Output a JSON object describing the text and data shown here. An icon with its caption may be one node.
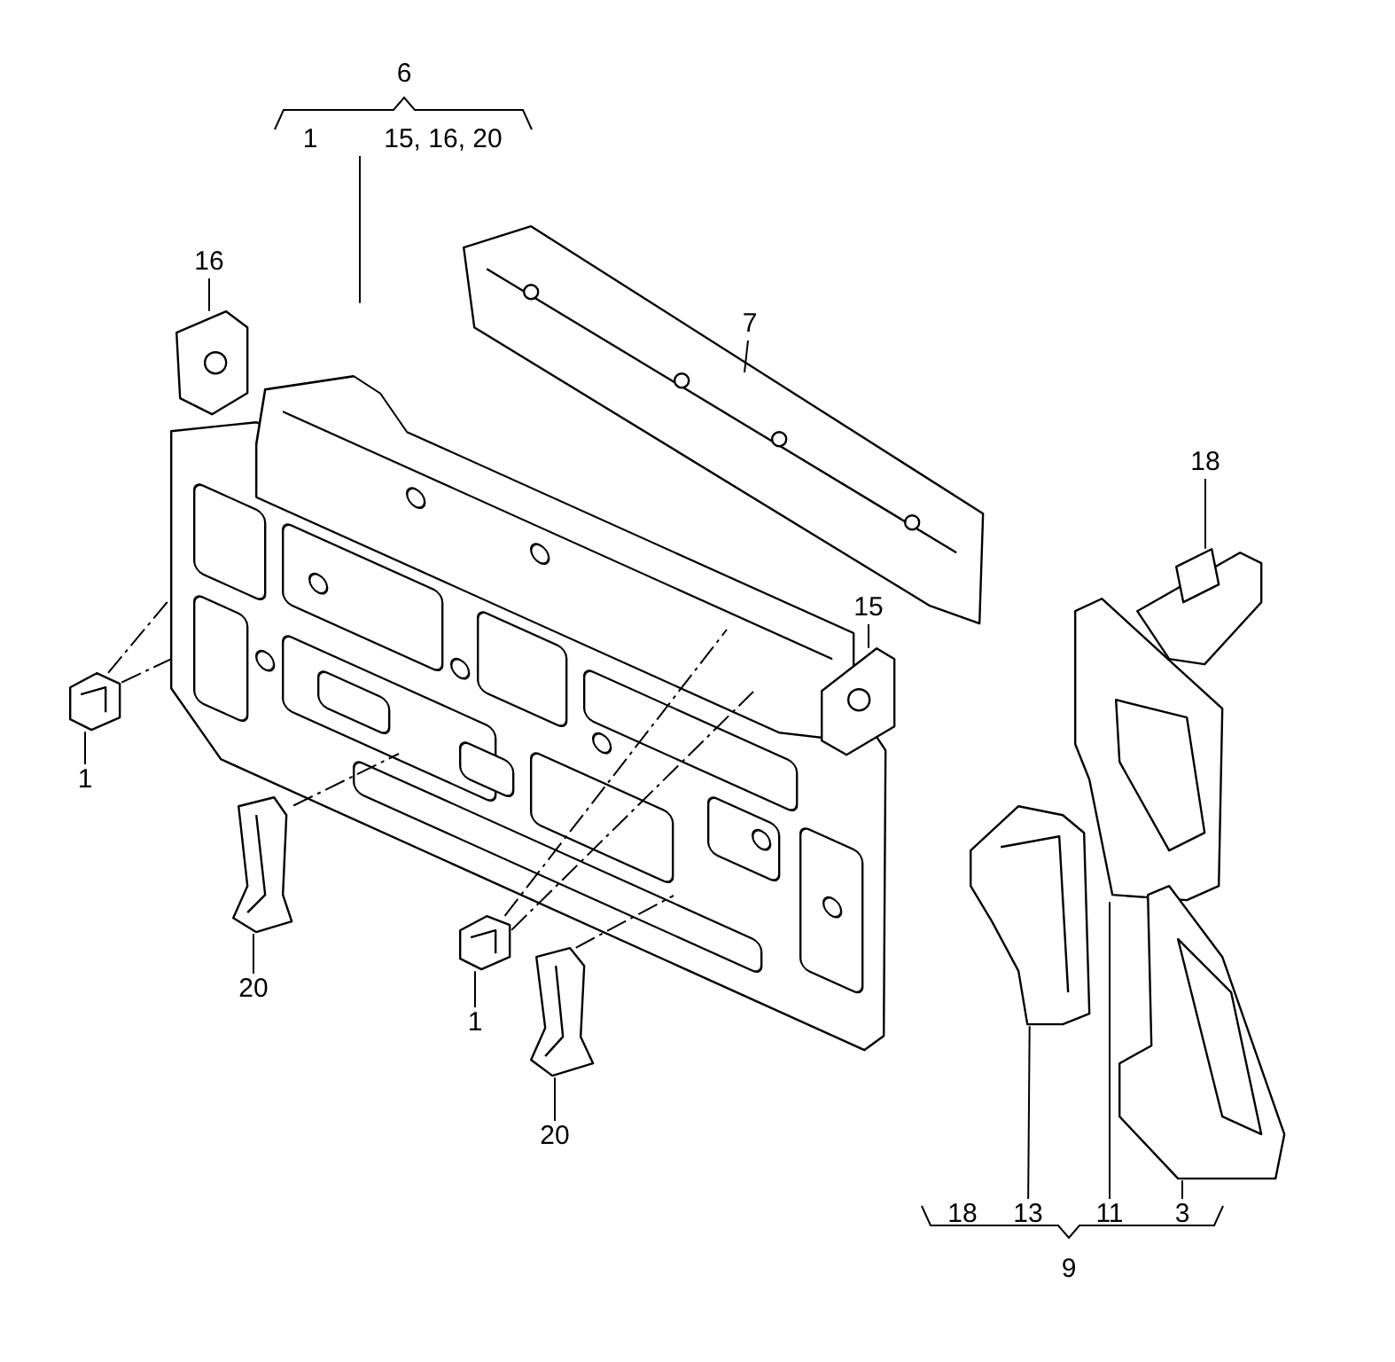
{
  "diagram": {
    "nodes": [
      {
        "text": [
          "15, 16, 20"
        ]
      },
      {
        "text": [
          "16"
        ]
      },
      {
        "text": [
          "7"
        ]
      },
      {
        "text": [
          "18"
        ]
      },
      {
        "text": [
          "15"
        ]
      },
      {
        "text": [
          "1"
        ]
      },
      {
        "text": [
          "20"
        ]
      },
      {
        "text": [
          "1"
        ]
      },
      {
        "text": [
          "20"
        ]
      },
      {
        "text": [
          "13"
        ]
      },
      {
        "text": [
          "11"
        ]
      },
      {
        "text": [
          "3"
        ]
      },
      {
        "text": [],
        "shape": "picture"
      },
      {
        "text": [],
        "shape": "picture"
      },
      {
        "text": [],
        "shape": "picture"
      },
      {
        "text": [],
        "shape": "picture"
      },
      {
        "text": [],
        "shape": "picture"
      },
      {
        "text": [],
        "shape": "picture"
      },
      {
        "text": [],
        "shape": "picture"
      },
      {
        "text": [],
        "shape": "picture"
      },
      {
        "text": [],
        "shape": "picture"
      },
      {
        "text": [],
        "shape": "picture"
      },
      {
        "text": [],
        "shape": "picture"
      },
      {
        "text": [],
        "shape": "picture"
      }
    ],
    "edges": [
      {
        "from": 0,
        "to": 12,
        "arrow": "none"
      },
      {
        "from": 1,
        "to": 14,
        "arrow": "none"
      },
      {
        "from": 2,
        "to": 13,
        "arrow": "none"
      },
      {
        "from": 3,
        "to": 16,
        "arrow": "none"
      },
      {
        "from": 4,
        "to": 15,
        "arrow": "none"
      },
      {
        "from": 5,
        "to": 17,
        "arrow": "none"
      },
      {
        "from": 6,
        "to": 18,
        "arrow": "none"
      },
      {
        "from": 7,
        "to": 19,
        "arrow": "none"
      },
      {
        "from": 8,
        "to": 20,
        "arrow": "none"
      },
      {
        "from": 9,
        "to": 21,
        "arrow": "none"
      },
      {
        "from": 10,
        "to": 22,
        "arrow": "none"
      },
      {
        "from": 11,
        "to": 23,
        "arrow": "none"
      },
      {
        "from": 17,
        "to": 12,
        "arrow": "none",
        "style": "dashed"
      },
      {
        "from": 17,
        "to": 12,
        "arrow": "none",
        "style": "dashed"
      },
      {
        "from": 18,
        "to": 12,
        "arrow": "none",
        "style": "dashed"
      },
      {
        "from": 19,
        "to": 12,
        "arrow": "none",
        "style": "dashed"
      },
      {
        "from": 19,
        "to": 12,
        "arrow": "none",
        "style": "dashed"
      },
      {
        "from": 20,
        "to": 12,
        "arrow": "none",
        "style": "dashed"
      }
    ],
    "labels": [
      "6",
      "1",
      "18",
      "9"
    ]
  }
}
